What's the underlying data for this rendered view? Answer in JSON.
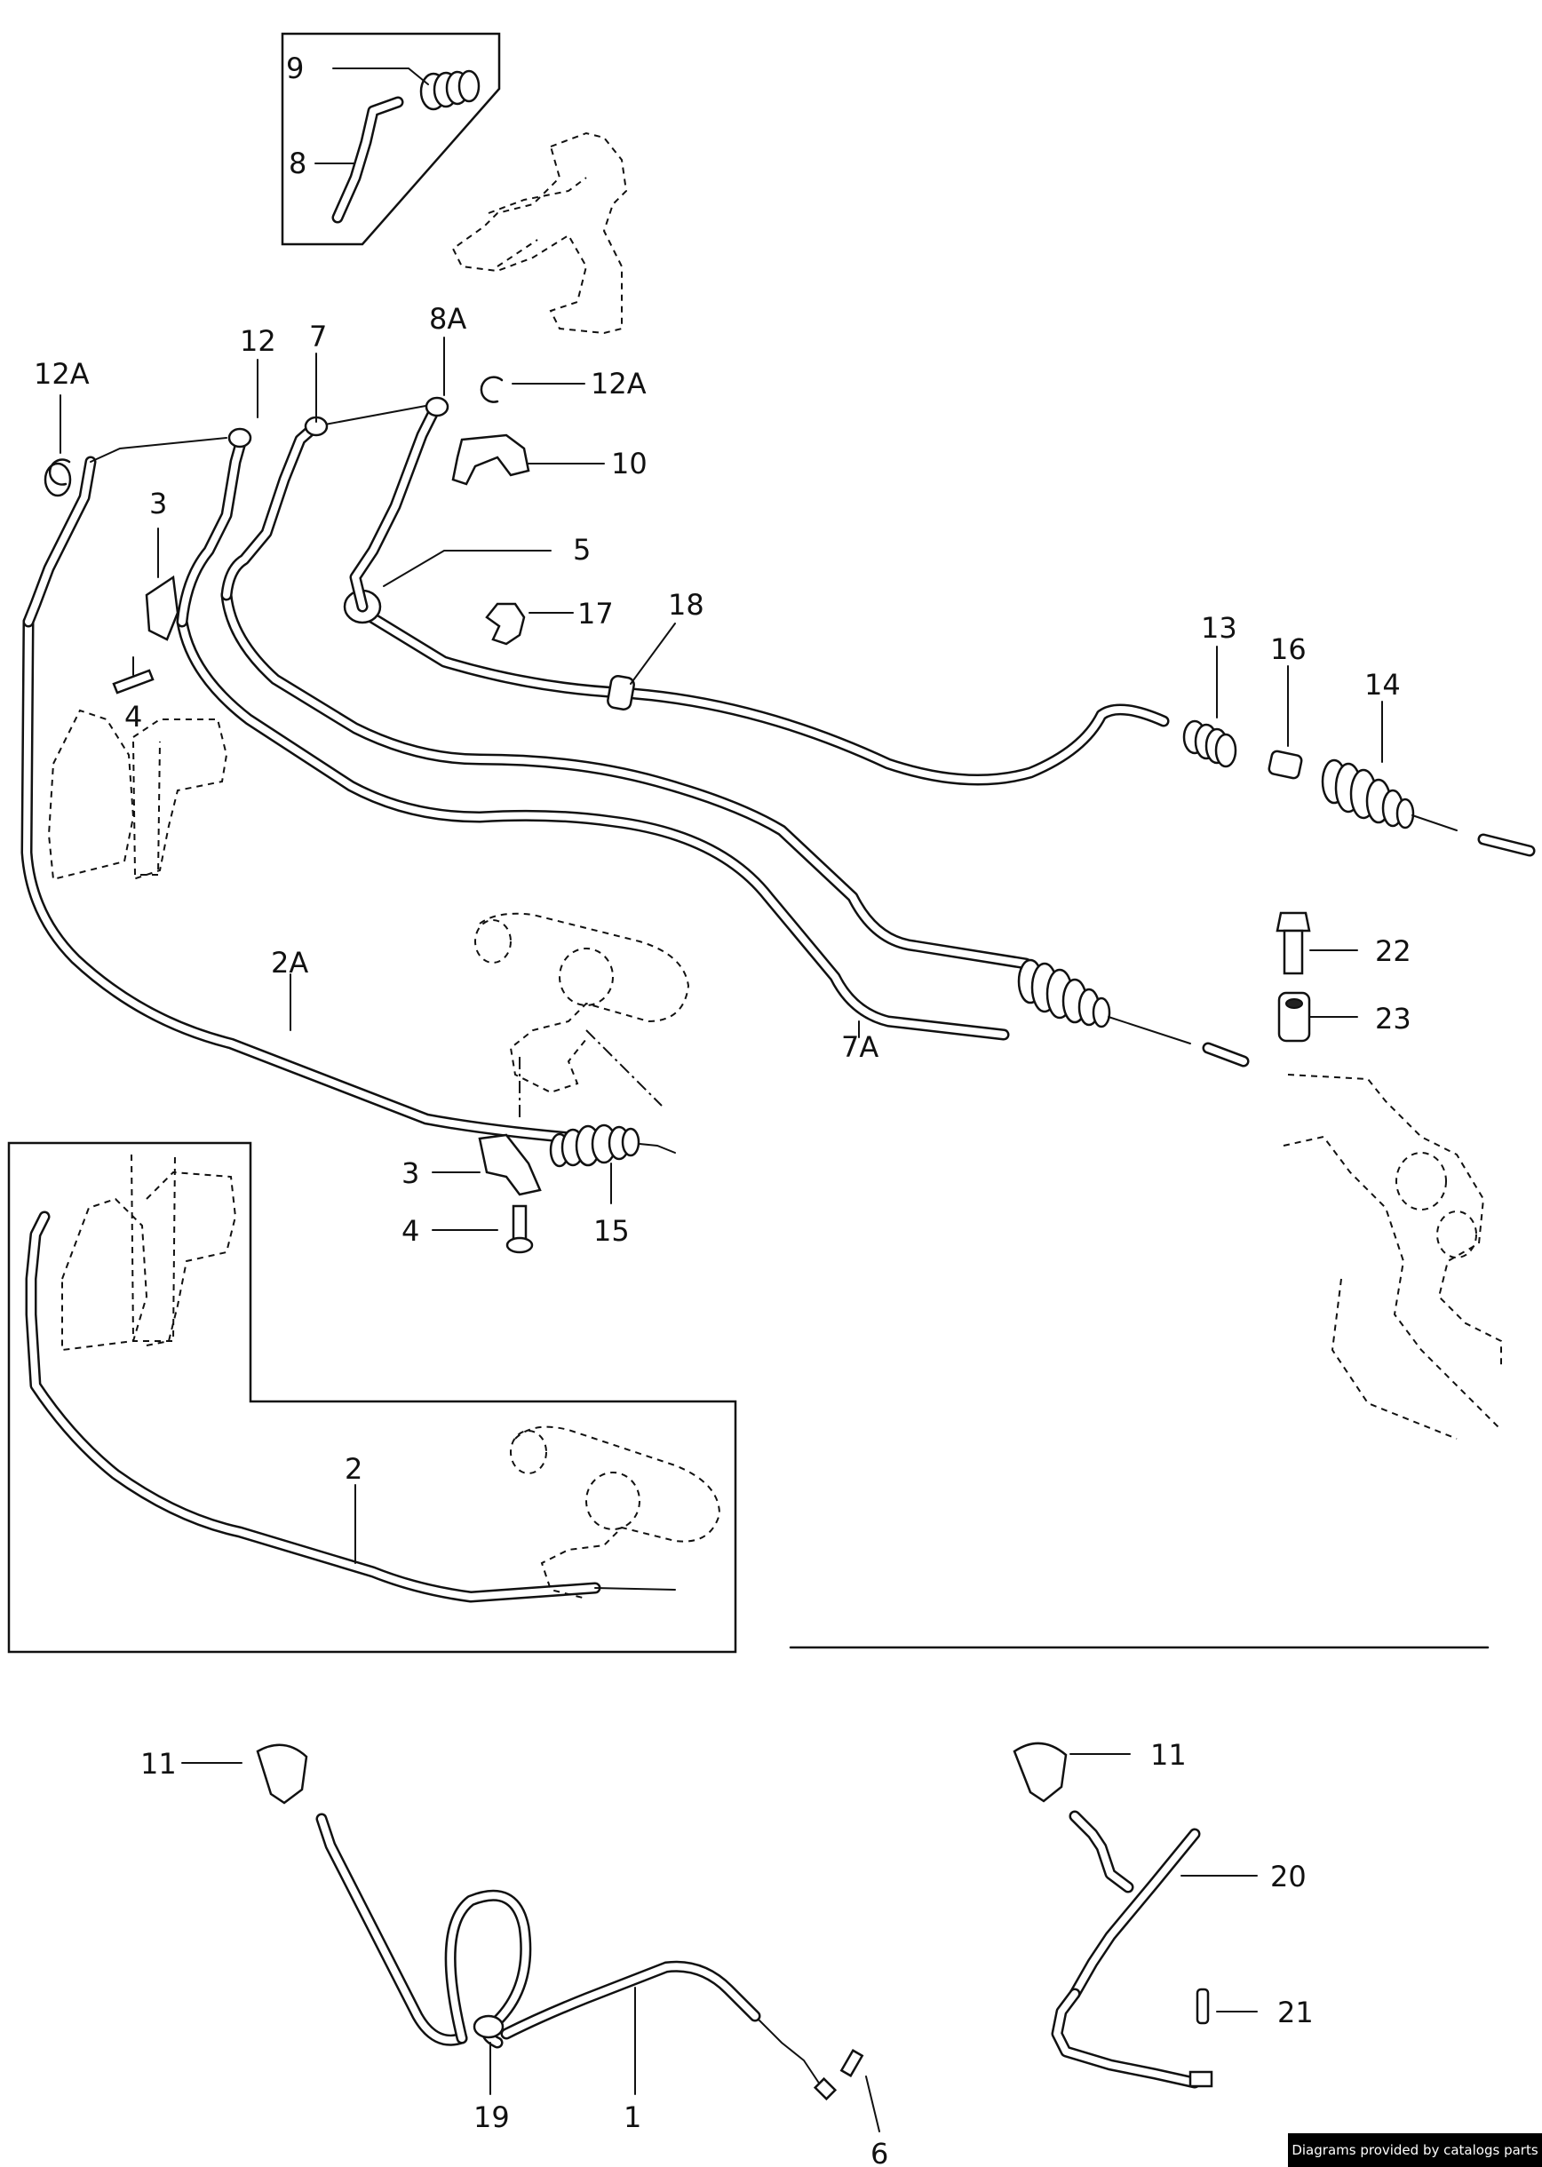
{
  "callouts": {
    "c9": "9",
    "c8": "8",
    "c12a_left": "12A",
    "c12": "12",
    "c7": "7",
    "c8a": "8A",
    "c12a_right": "12A",
    "c10": "10",
    "c3_top": "3",
    "c4_top": "4",
    "c5": "5",
    "c17": "17",
    "c18": "18",
    "c13": "13",
    "c16": "16",
    "c14": "14",
    "c22": "22",
    "c23": "23",
    "c2a": "2A",
    "c7a": "7A",
    "c3_mid": "3",
    "c4_mid": "4",
    "c15": "15",
    "c2": "2",
    "c11_left": "11",
    "c11_right": "11",
    "c20": "20",
    "c21": "21",
    "c19": "19",
    "c1": "1",
    "c6": "6"
  },
  "footer": {
    "credit": "Diagrams provided by catalogs parts"
  }
}
